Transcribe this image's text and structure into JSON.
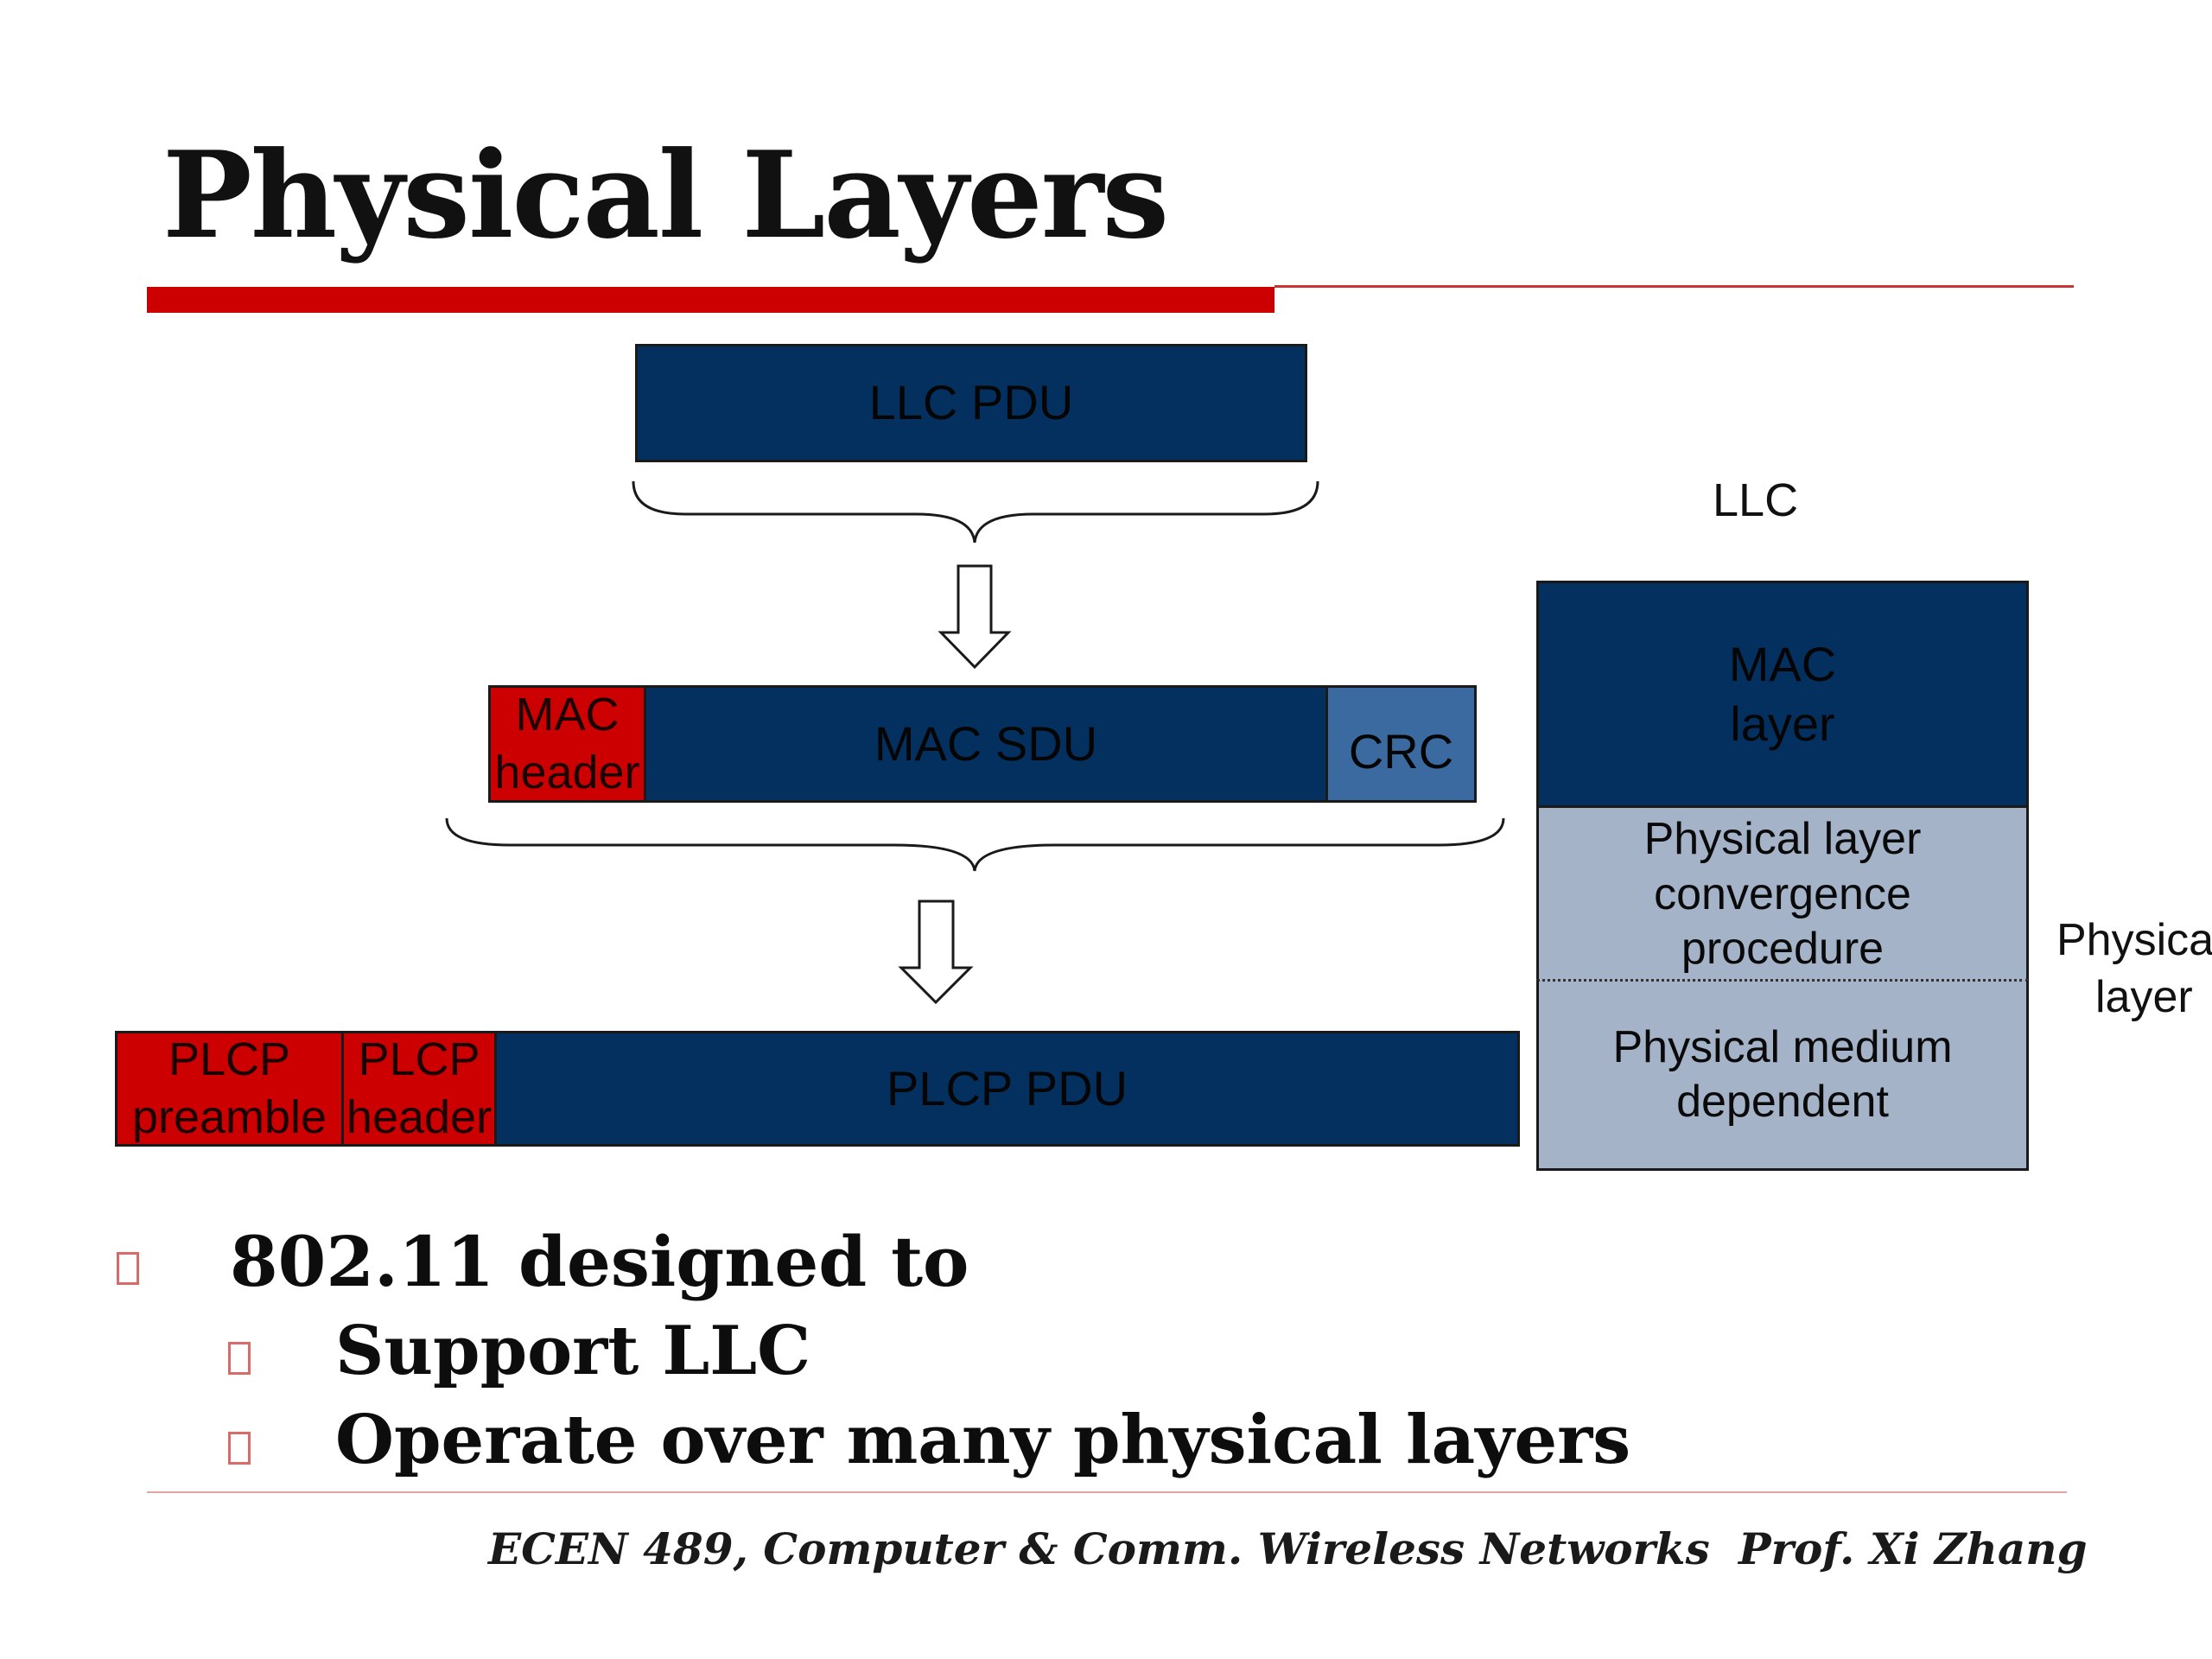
{
  "slide": {
    "title": "Physical Layers"
  },
  "diagram": {
    "llc_pdu": "LLC PDU",
    "mac_header": [
      "MAC",
      "header"
    ],
    "mac_sdu": "MAC SDU",
    "crc": "CRC",
    "plcp_preamble": [
      "PLCP",
      "preamble"
    ],
    "plcp_header": [
      "PLCP",
      "header"
    ],
    "plcp_pdu": "PLCP PDU",
    "llc_label": "LLC",
    "mac_layer": [
      "MAC",
      "layer"
    ],
    "plcp_procedure": [
      "Physical layer",
      "convergence",
      "procedure"
    ],
    "pmd": [
      "Physical medium",
      "dependent"
    ],
    "physical_layer_label": [
      "Physical",
      "layer"
    ],
    "colors": {
      "navy": "#03305f",
      "red": "#cc0000",
      "steel_blue": "#3a6aa0",
      "gray_blue": "#a4b3c7"
    }
  },
  "bullets": {
    "main": "802.11 designed to",
    "sub": [
      "Support LLC",
      "Operate over many physical layers"
    ]
  },
  "footer": {
    "course": "ECEN 489, Computer & Comm. Wireless Networks",
    "author": "Prof. Xi Zhang"
  }
}
